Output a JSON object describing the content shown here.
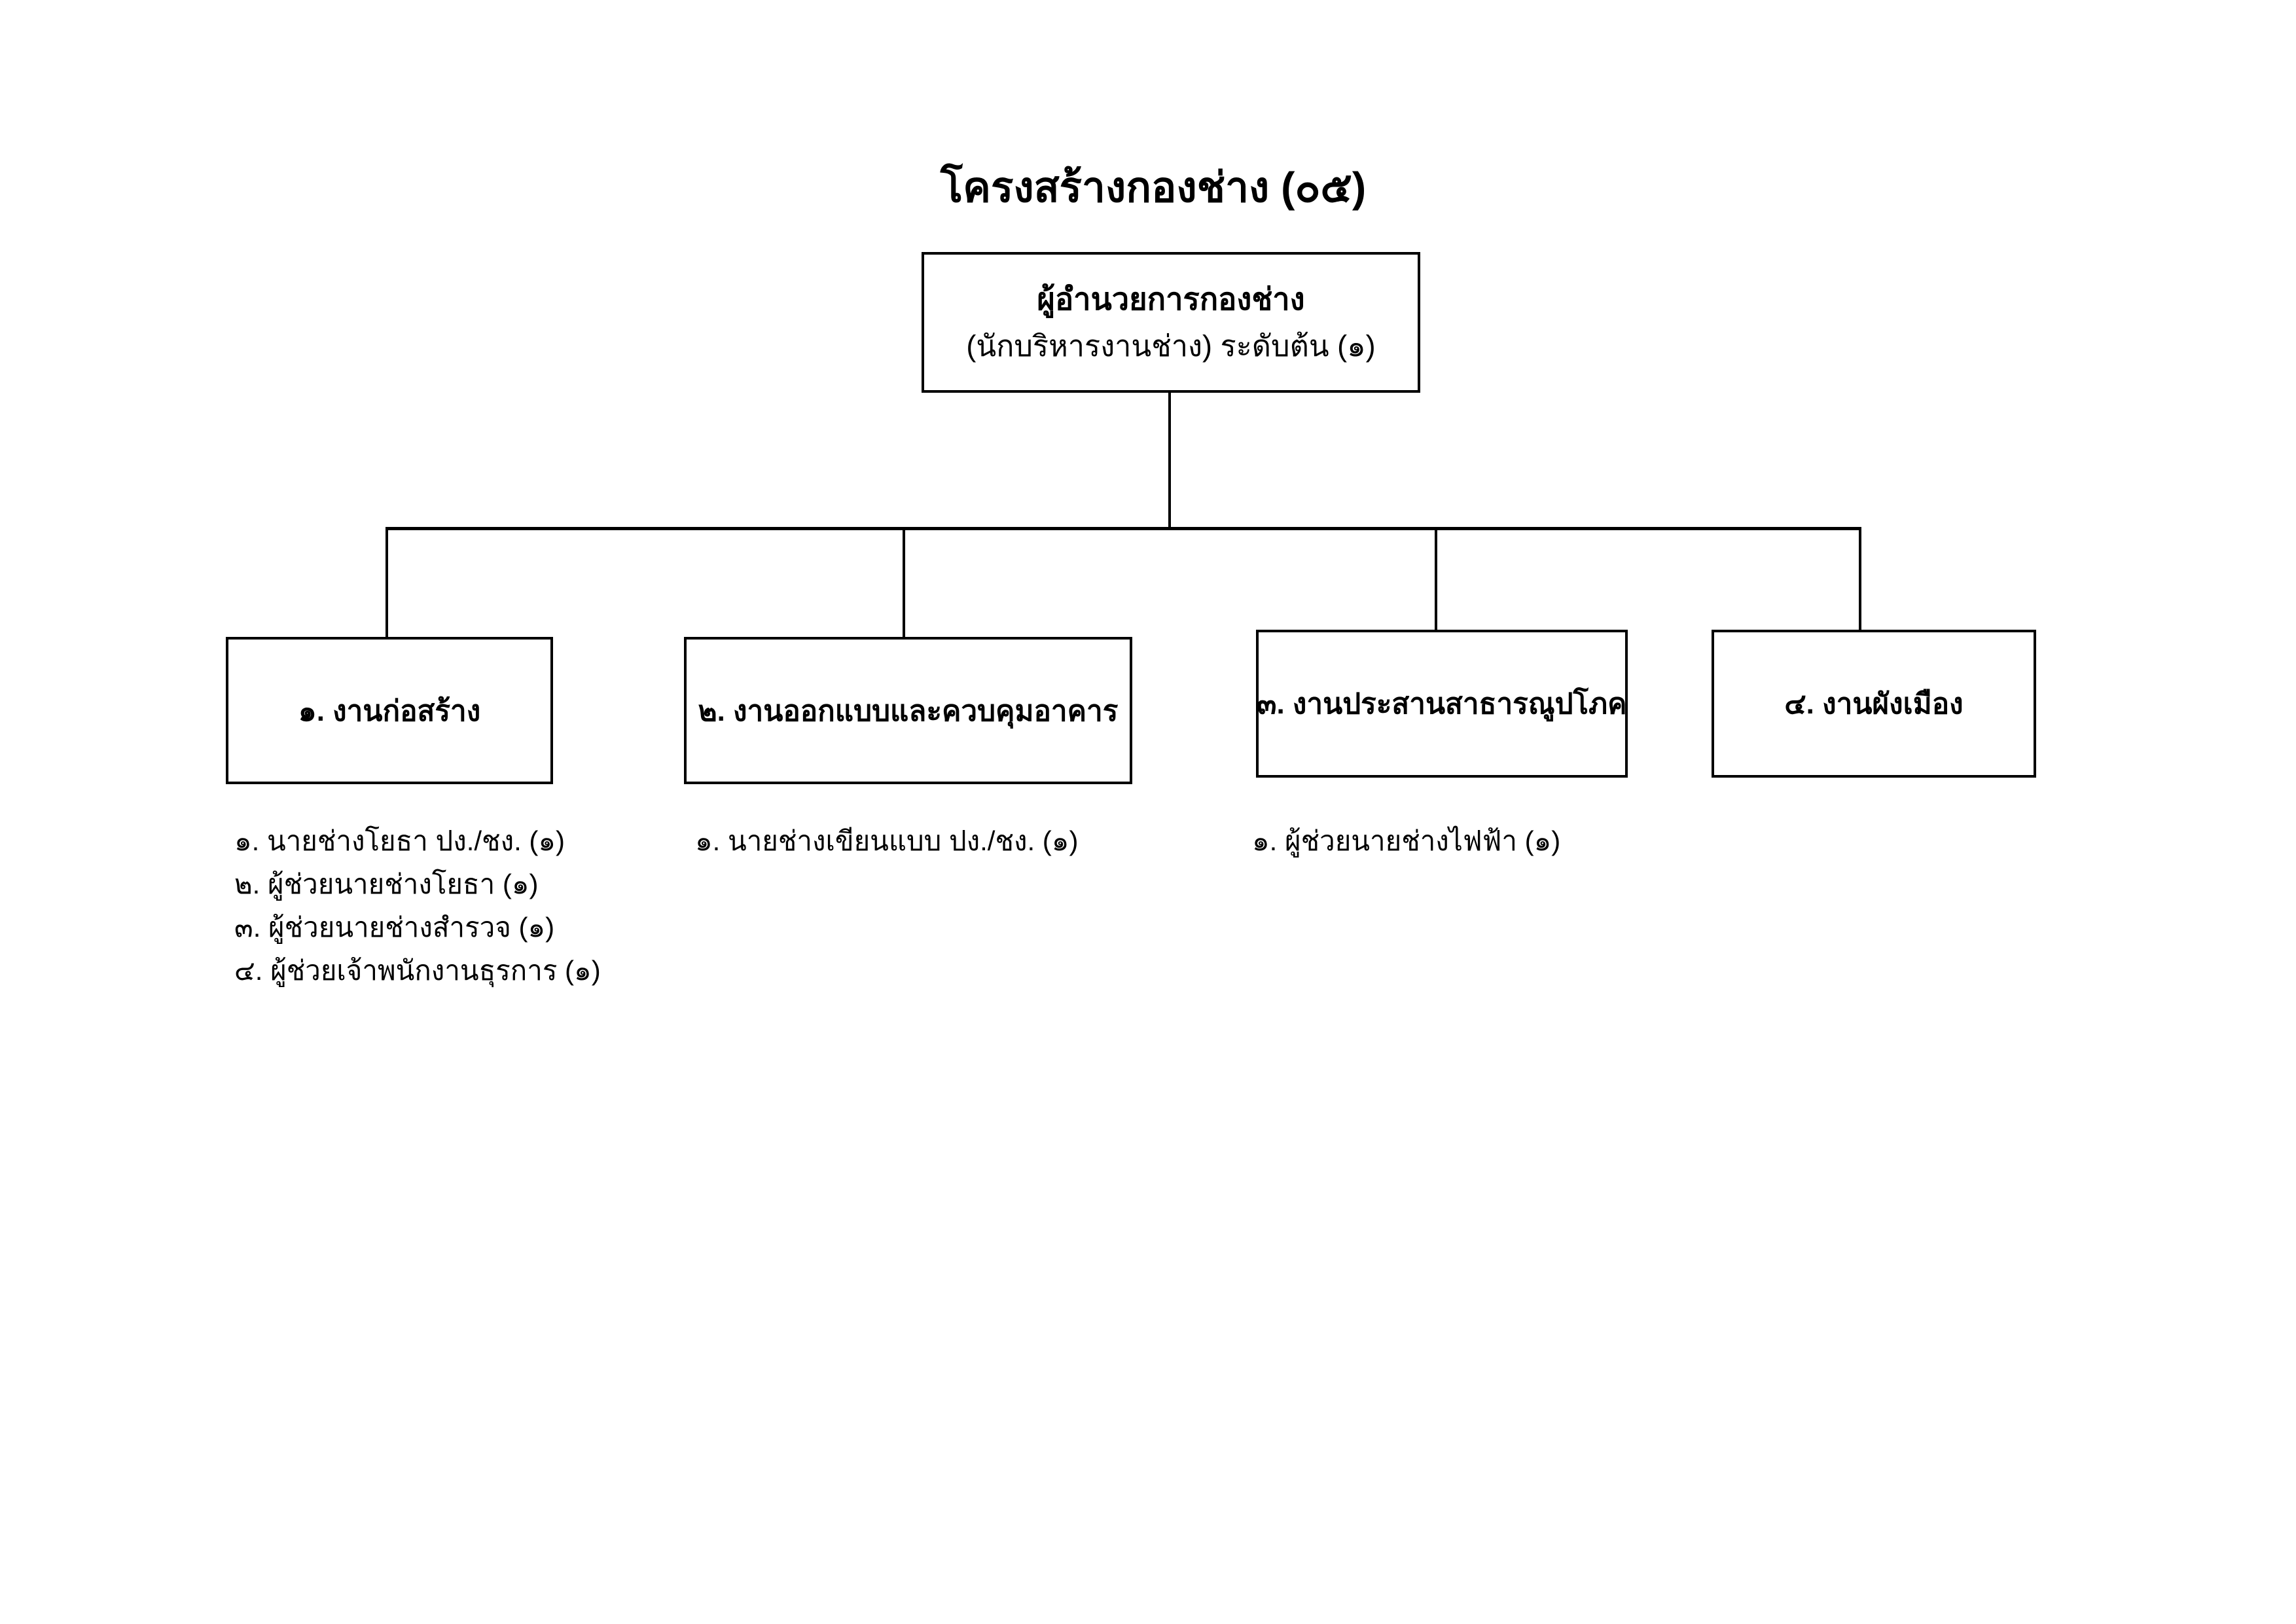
{
  "title": "โครงสร้างกองช่าง (๐๕)",
  "director": {
    "title": "ผู้อำนวยการกองช่าง",
    "subtitle": "(นักบริหารงานช่าง) ระดับต้น (๑)"
  },
  "units": [
    {
      "label": "๑. งานก่อสร้าง",
      "staff": [
        "๑. นายช่างโยธา ปง./ชง. (๑)",
        "๒. ผู้ช่วยนายช่างโยธา (๑)",
        "๓. ผู้ช่วยนายช่างสำรวจ (๑)",
        "๔. ผู้ช่วยเจ้าพนักงานธุรการ (๑)"
      ]
    },
    {
      "label": "๒. งานออกแบบและควบคุมอาคาร",
      "staff": [
        "๑. นายช่างเขียนแบบ ปง./ชง. (๑)"
      ]
    },
    {
      "label": "๓. งานประสานสาธารณูปโภค",
      "staff": [
        "๑. ผู้ช่วยนายช่างไฟฟ้า (๑)"
      ]
    },
    {
      "label": "๔. งานผังเมือง",
      "staff": []
    }
  ],
  "colors": {
    "background": "#ffffff",
    "line": "#000000",
    "text": "#000000"
  }
}
